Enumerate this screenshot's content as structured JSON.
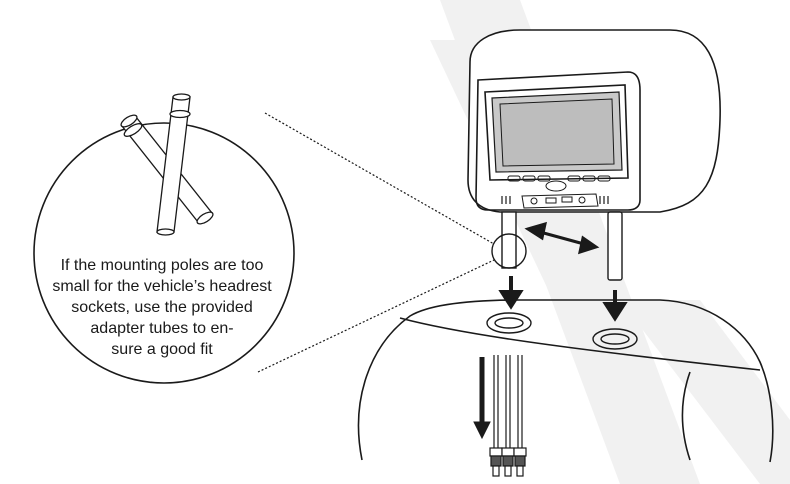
{
  "callout": {
    "lines": [
      "If the mounting poles are too",
      "small for the vehicle’s headrest",
      "sockets, use the provided",
      "adapter tubes to en-",
      "sure a good fit"
    ]
  },
  "colors": {
    "line": "#1a1a1a",
    "watermark": "#f1f1f1",
    "screen": "#c9c9c9",
    "background": "#ffffff"
  },
  "icons": [
    "adapter-tube",
    "mounting-pole",
    "double-arrow",
    "down-arrow",
    "av-connector"
  ]
}
